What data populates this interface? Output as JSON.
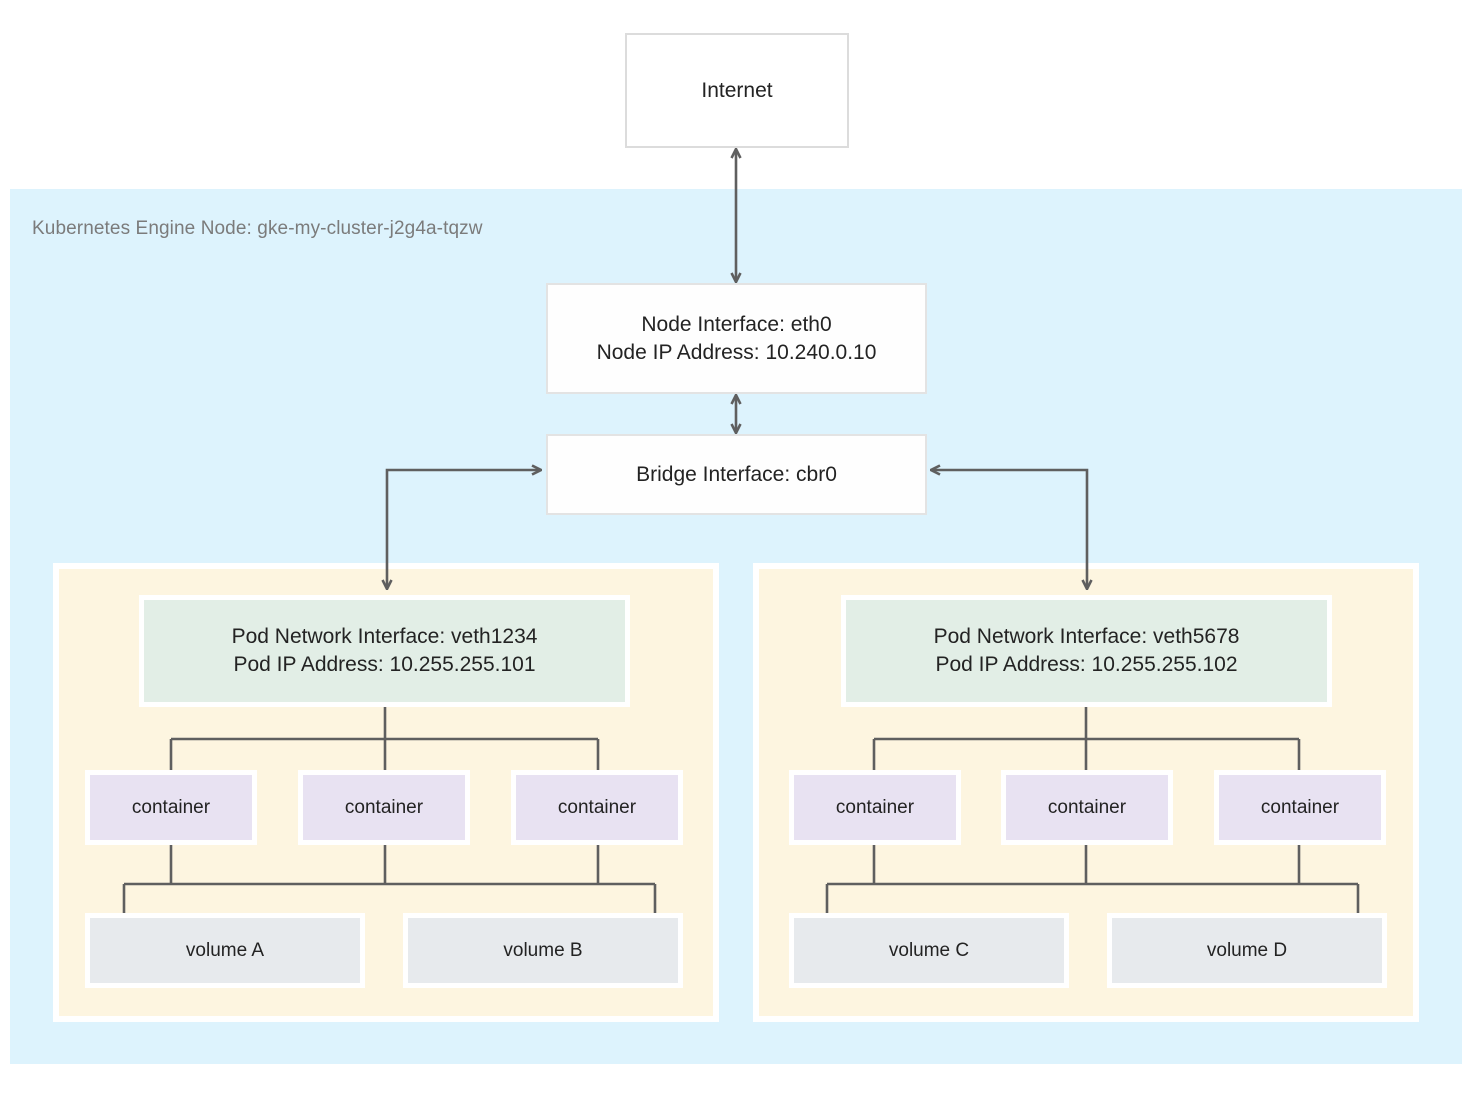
{
  "diagram": {
    "title": "Kubernetes Engine Node networking diagram",
    "colors": {
      "node_region": "#ddf3fd",
      "pod_region": "#fdf5e0",
      "pod_interface": "#e2eee6",
      "container": "#e8e2f2",
      "volume": "#e7eaed",
      "interface_box": "#ffffff",
      "connector": "#5f5f5f",
      "node_label_text": "#7b7b7b",
      "body_text": "#232323"
    }
  },
  "internet": {
    "label": "Internet"
  },
  "node_region": {
    "label": "Kubernetes Engine Node: gke-my-cluster-j2g4a-tqzw"
  },
  "node_interface": {
    "line1": "Node Interface: eth0",
    "line2": "Node IP Address: 10.240.0.10"
  },
  "bridge_interface": {
    "label": "Bridge Interface: cbr0"
  },
  "pods": [
    {
      "id": "pod-left",
      "interface_line1": "Pod Network Interface: veth1234",
      "interface_line2": "Pod IP Address: 10.255.255.101",
      "containers": [
        {
          "label": "container"
        },
        {
          "label": "container"
        },
        {
          "label": "container"
        }
      ],
      "volumes": [
        {
          "label": "volume A"
        },
        {
          "label": "volume B"
        }
      ]
    },
    {
      "id": "pod-right",
      "interface_line1": "Pod Network Interface: veth5678",
      "interface_line2": "Pod IP Address: 10.255.255.102",
      "containers": [
        {
          "label": "container"
        },
        {
          "label": "container"
        },
        {
          "label": "container"
        }
      ],
      "volumes": [
        {
          "label": "volume C"
        },
        {
          "label": "volume D"
        }
      ]
    }
  ],
  "connectors": [
    {
      "from": "internet",
      "to": "node-interface",
      "arrow": "both"
    },
    {
      "from": "node-interface",
      "to": "bridge-interface",
      "arrow": "both"
    },
    {
      "from": "bridge-interface",
      "to": "pod-left-interface",
      "arrow": "both"
    },
    {
      "from": "bridge-interface",
      "to": "pod-right-interface",
      "arrow": "both"
    }
  ]
}
